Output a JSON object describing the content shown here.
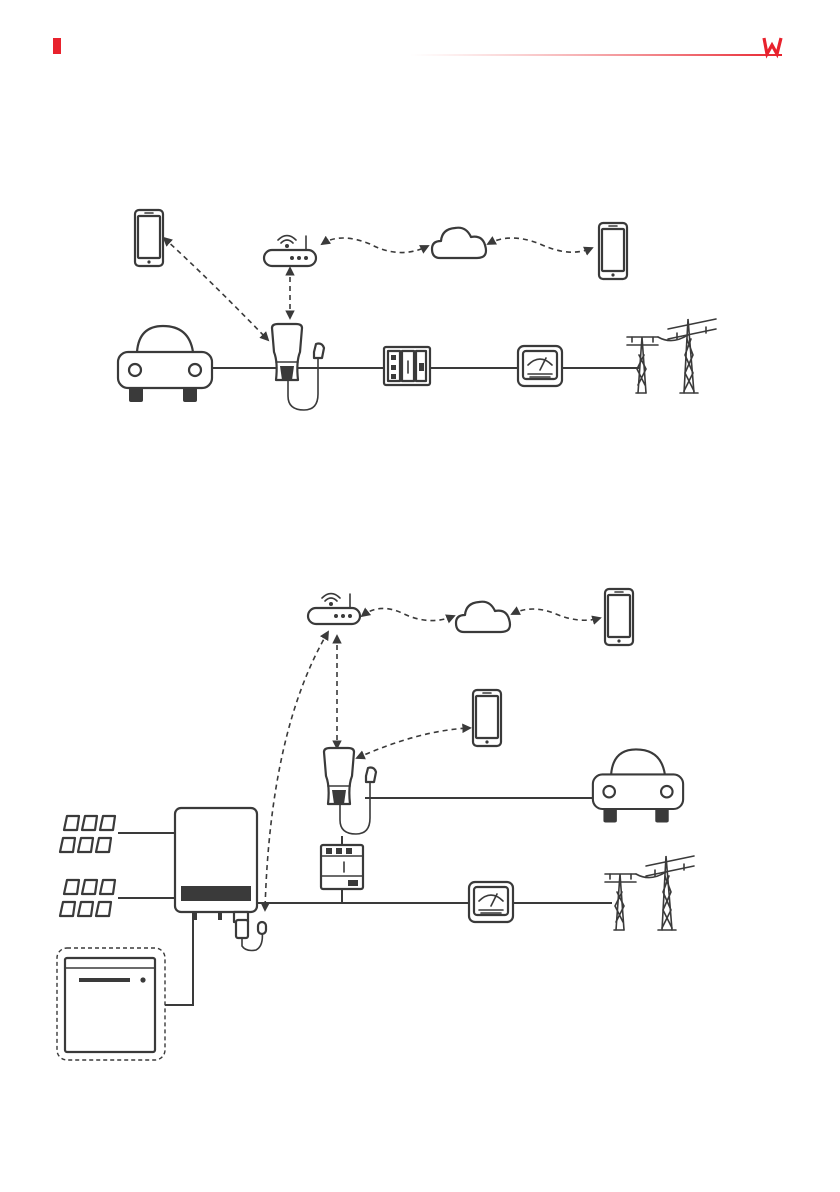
{
  "header": {
    "accent_color": "#e8222d",
    "gradient_line_color": "#f08080",
    "logo_letter": "W"
  },
  "icons": {
    "smartphone": "smartphone-icon",
    "router": "wifi-router-icon",
    "cloud": "cloud-icon",
    "car": "car-icon",
    "charger": "ev-charger-icon",
    "breaker": "circuit-breaker-icon",
    "meter": "energy-meter-icon",
    "pylon": "power-pylon-icon",
    "pv": "solar-panel-icon",
    "inverter": "inverter-icon",
    "battery": "battery-icon"
  },
  "legend": {
    "solid_line": "power-connection",
    "dashed_line": "communication-link"
  }
}
